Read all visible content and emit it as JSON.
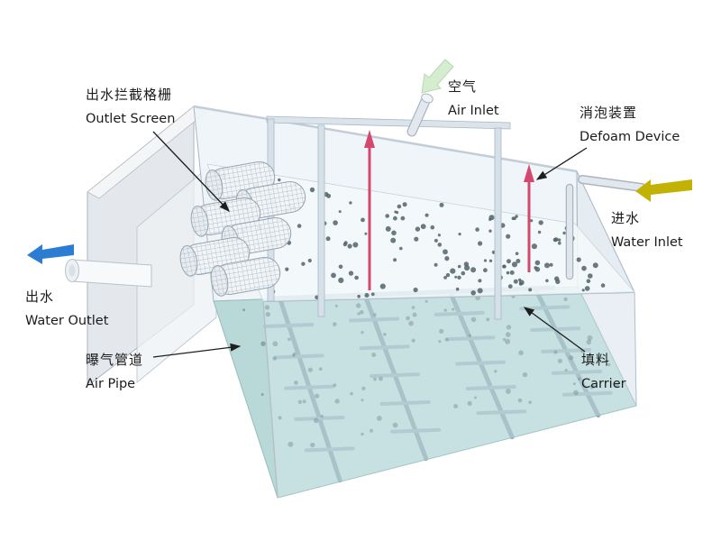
{
  "labels": {
    "outlet_screen": {
      "zh": "出水拦截格栅",
      "en": "Outlet Screen"
    },
    "air_inlet": {
      "zh": "空气",
      "en": "Air Inlet"
    },
    "defoam_device": {
      "zh": "消泡装置",
      "en": "Defoam Device"
    },
    "water_inlet": {
      "zh": "进水",
      "en": "Water Inlet"
    },
    "water_outlet": {
      "zh": "出水",
      "en": "Water Outlet"
    },
    "air_pipe": {
      "zh": "曝气管道",
      "en": "Air Pipe"
    },
    "carrier": {
      "zh": "填料",
      "en": "Carrier"
    }
  },
  "colors": {
    "water_inlet_arrow": "#c2b204",
    "water_outlet_arrow": "#2b7cd3",
    "air_inlet_arrow": "#d6eccf",
    "defoam_pipe": "#d5486e",
    "floor": "#b9d9d8",
    "carrier_dot": "#52636b"
  }
}
